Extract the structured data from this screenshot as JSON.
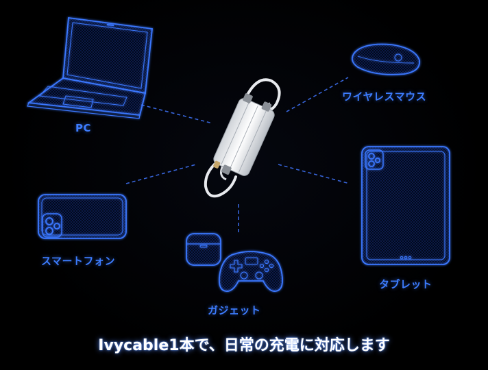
{
  "labels": {
    "pc": "PC",
    "mouse": "ワイヤレスマウス",
    "smartphone": "スマートフォン",
    "gadget": "ガジェット",
    "tablet": "タブレット"
  },
  "tagline": "Ivycable1本で、日常の充電に対応します",
  "colors": {
    "accent": "#3d7dff",
    "wire": "#4a86ff",
    "background": "#000000",
    "text": "#ffffff"
  },
  "icons": [
    "laptop-icon",
    "mouse-icon",
    "smartphone-icon",
    "earbuds-case-icon",
    "gamepad-icon",
    "tablet-icon",
    "cable-product"
  ]
}
